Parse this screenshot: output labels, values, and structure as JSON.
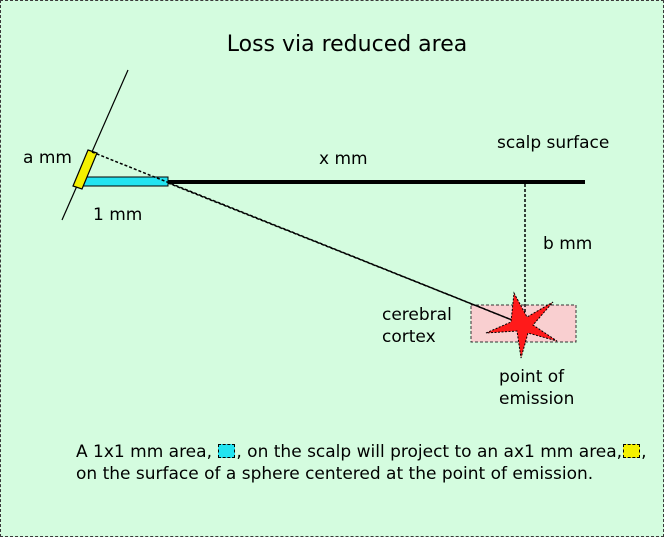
{
  "title": "Loss via reduced area",
  "labels": {
    "a_mm": "a mm",
    "one_mm": "1 mm",
    "x_mm": "x mm",
    "scalp_surface": "scalp surface",
    "b_mm": "b mm",
    "cerebral_line1": "cerebral",
    "cerebral_line2": "cortex",
    "point_line1": "point of",
    "point_line2": "emission"
  },
  "caption": {
    "part1": "A 1x1 mm area, ",
    "part2": ", on the scalp will project to an ax1 mm area,",
    "part3": ", on the surface of a sphere centered at the point of emission."
  },
  "colors": {
    "background": "#d4fcdf",
    "cyan_area": "#22e3f0",
    "yellow_area": "#f4f000",
    "cortex_box": "#f9cfd0",
    "star": "#ff1a1a"
  }
}
